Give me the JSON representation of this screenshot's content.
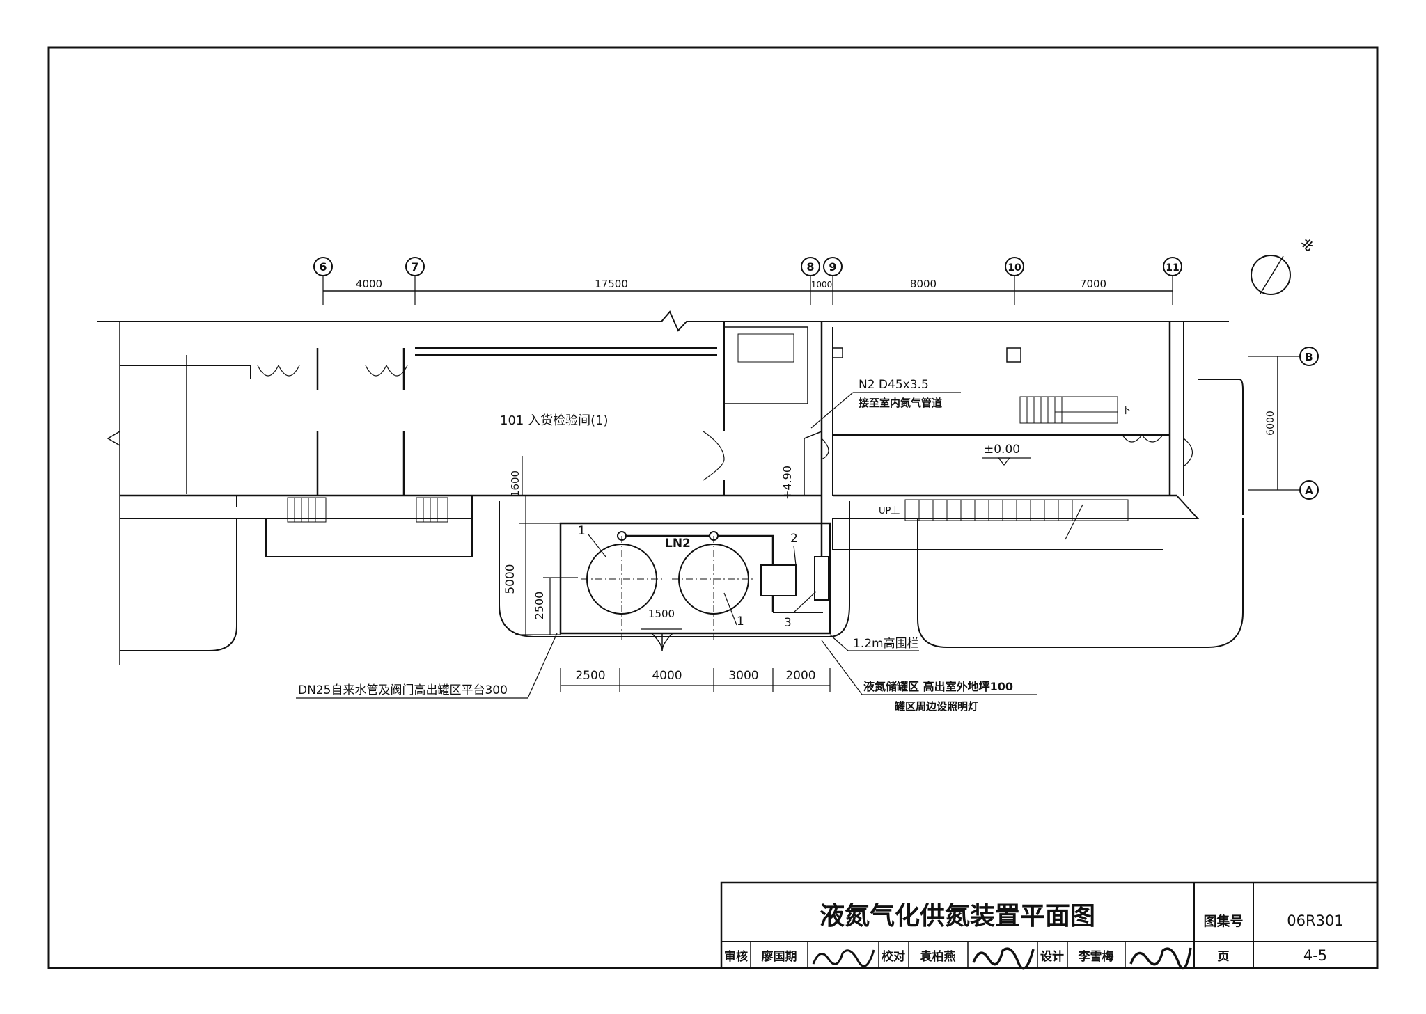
{
  "grid_axes": {
    "columns": [
      "6",
      "7",
      "8",
      "9",
      "10",
      "11"
    ],
    "rows": [
      "B",
      "A"
    ]
  },
  "top_dimensions": [
    "4000",
    "17500",
    "1000",
    "8000",
    "7000"
  ],
  "right_dimension": "6000",
  "north_label": "北",
  "labels": {
    "room": "101  入货检验间(1)",
    "n2_pipe": "N2  D45x3.5",
    "n2_pipe_note": "接至室内氮气管道",
    "elevation_zero": "±0.00",
    "elevation_490": "+4.90",
    "ln2": "LN2",
    "down": "下",
    "up": "UP上",
    "fence": "1.2m高围栏",
    "water_pipe": "DN25自来水管及阀门高出罐区平台300",
    "tank_area": "液氮储罐区  高出室外地坪100",
    "lighting": "罐区周边设照明灯",
    "dim_1600": "1600",
    "dim_5000": "5000",
    "dim_2500_v": "2500",
    "dim_1500": "1500"
  },
  "callouts": [
    "1",
    "1",
    "2",
    "3"
  ],
  "bottom_dimensions": [
    "2500",
    "4000",
    "3000",
    "2000"
  ],
  "title_block": {
    "title": "液氮气化供氮装置平面图",
    "atlas_label": "图集号",
    "atlas_no": "06R301",
    "page_label": "页",
    "page_no": "4-5",
    "review_label": "审核",
    "reviewer": "廖国期",
    "check_label": "校对",
    "checker": "袁柏燕",
    "design_label": "设计",
    "designer": "李雪梅",
    "sig_reviewer": "廖国期",
    "sig_checker": "袁柏燕",
    "sig_designer": "李雪梅"
  }
}
